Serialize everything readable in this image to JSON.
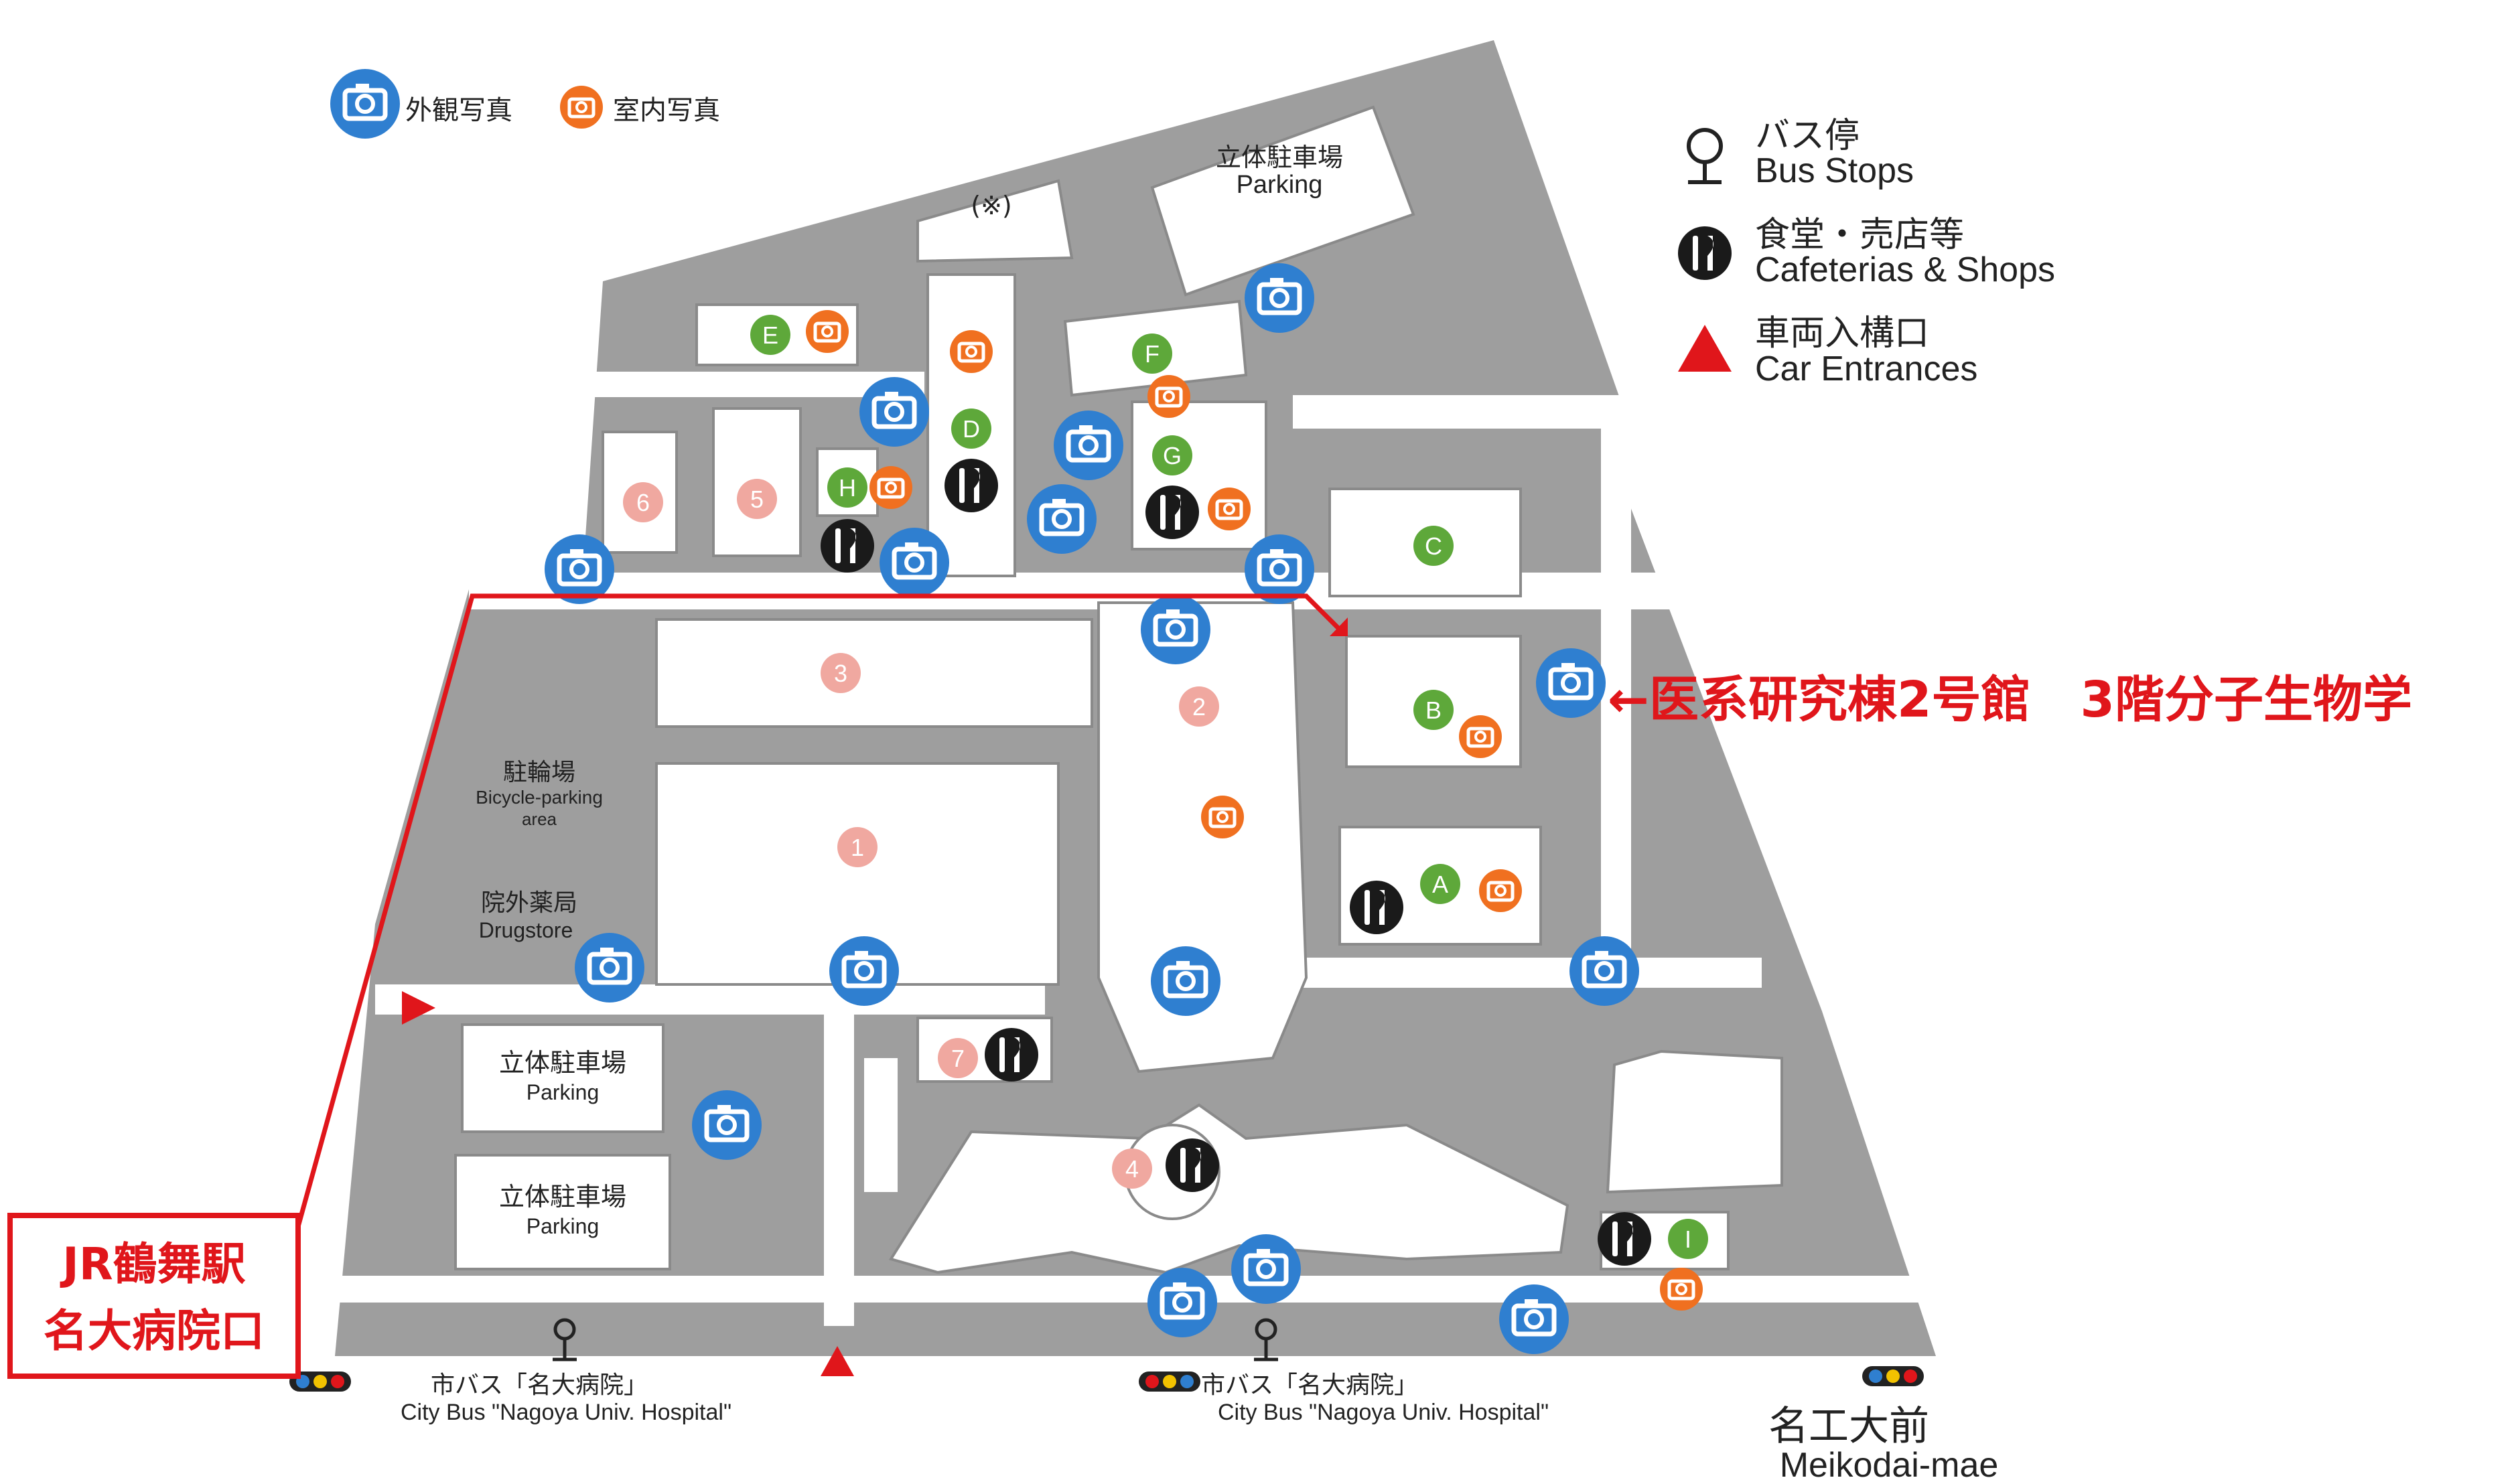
{
  "legend": {
    "exterior_photo": "外観写真",
    "interior_photo": "室内写真",
    "bus_stops_jp": "バス停",
    "bus_stops_en": "Bus Stops",
    "cafeterias_jp": "食堂・売店等",
    "cafeterias_en": "Cafeterias & Shops",
    "car_entrances_jp": "車両入構口",
    "car_entrances_en": "Car Entrances"
  },
  "parking_top": {
    "jp": "立体駐車場",
    "en": "Parking"
  },
  "parking_left1": {
    "jp": "立体駐車場",
    "en": "Parking"
  },
  "parking_left2": {
    "jp": "立体駐車場",
    "en": "Parking"
  },
  "note_mark": "(※)",
  "bicycle": {
    "jp": "駐輪場",
    "en1": "Bicycle-parking",
    "en2": "area"
  },
  "drugstore": {
    "jp": "院外薬局",
    "en": "Drugstore"
  },
  "letters": [
    "A",
    "B",
    "C",
    "D",
    "E",
    "F",
    "G",
    "H",
    "I"
  ],
  "numbers": [
    "1",
    "2",
    "3",
    "4",
    "5",
    "6",
    "7"
  ],
  "destination_note": "←医系研究棟2号館　3階分子生物学",
  "jr_box": {
    "line1": "JR鶴舞駅",
    "line2": "名大病院口"
  },
  "bus_stop_1": {
    "jp": "市バス「名大病院」",
    "en": "City Bus \"Nagoya Univ. Hospital\""
  },
  "bus_stop_2": {
    "jp": "市バス「名大病院」",
    "en": "City Bus \"Nagoya Univ. Hospital\""
  },
  "station": {
    "jp": "名工大前",
    "en": "Meikodai-mae"
  },
  "colors": {
    "ground": "#9e9e9e",
    "camera_exterior": "#2f7fd0",
    "camera_interior": "#f07020",
    "letter_circle": "#5ea83a",
    "number_circle": "#f0a8a0",
    "cafeteria": "#1a1a1a",
    "route": "#e0161b"
  }
}
